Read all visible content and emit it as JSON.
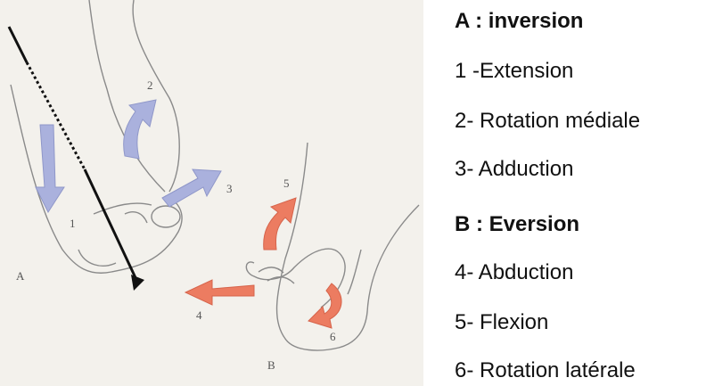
{
  "figure": {
    "panel_a_letter": "A",
    "panel_b_letter": "B",
    "arrow_numbers": [
      "1",
      "2",
      "3",
      "4",
      "5",
      "6"
    ],
    "colors": {
      "panel_a_arrow": "#aab1dd",
      "panel_b_arrow": "#ec7c61",
      "axis": "#111111",
      "skin_outline": "#8a8a8a"
    }
  },
  "legend": {
    "section_a": {
      "title": "A : inversion",
      "items": [
        "1 -Extension",
        "2- Rotation médiale",
        "3- Adduction"
      ]
    },
    "section_b": {
      "title": "B : Eversion",
      "items": [
        "4- Abduction",
        "5- Flexion",
        "6- Rotation latérale"
      ]
    }
  }
}
